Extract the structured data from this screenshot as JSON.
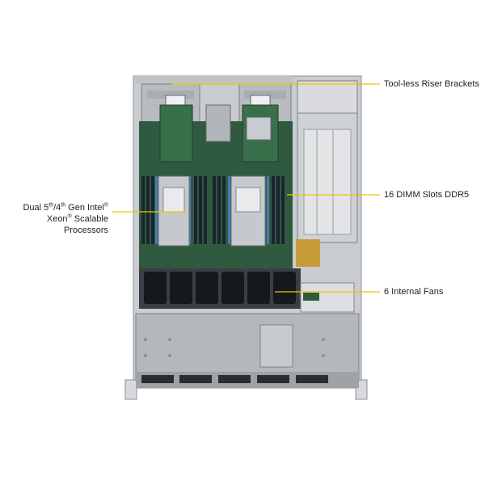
{
  "callouts": {
    "riser": "Tool-less Riser Brackets",
    "dimm": "16 DIMM  Slots DDR5",
    "fans": "6 Internal Fans",
    "cpu": {
      "line1_a": "Dual 5",
      "line1_sup1": "th",
      "line1_b": "/4",
      "line1_sup2": "th",
      "line1_c": " Gen Intel",
      "line1_reg": "®",
      "line2_a": "Xeon",
      "line2_reg": "®",
      "line2_b": " Scalable Processors"
    }
  },
  "accent_color": "#f2c200"
}
